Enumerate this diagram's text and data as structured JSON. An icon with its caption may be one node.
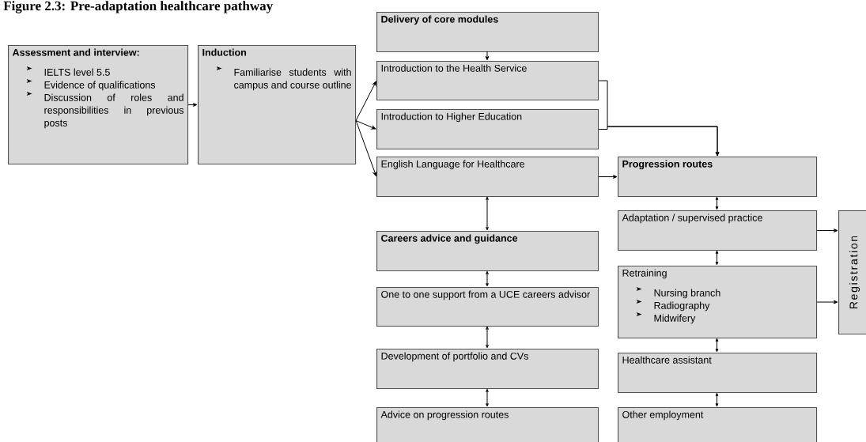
{
  "diagram": {
    "title": "Figure 2.3: Pre-adaptation healthcare pathway",
    "nodes": [
      {
        "text": [
          "Assessment and interview:",
          "IELTS level 5.5",
          "Evidence of qualifications",
          "Discussion of roles and responsibilities in previous posts"
        ]
      },
      {
        "text": [
          "Induction",
          "Familiarise students with campus and course outline"
        ]
      },
      {
        "text": [
          "Delivery of core modules"
        ]
      },
      {
        "text": [
          "Introduction to the Health Service"
        ]
      },
      {
        "text": [
          "Introduction to Higher Education"
        ]
      },
      {
        "text": [
          "English Language for Healthcare"
        ]
      },
      {
        "text": [
          "Careers advice and guidance"
        ]
      },
      {
        "text": [
          "One to one support from a UCE careers advisor"
        ]
      },
      {
        "text": [
          "Development of portfolio and CVs"
        ]
      },
      {
        "text": [
          "Advice on progression routes"
        ]
      },
      {
        "text": [
          "Progression routes"
        ]
      },
      {
        "text": [
          "Adaptation / supervised practice"
        ]
      },
      {
        "text": [
          "Retraining",
          "Nursing branch",
          "Radiography",
          "Midwifery"
        ]
      },
      {
        "text": [
          "Healthcare assistant"
        ]
      },
      {
        "text": [
          "Other employment"
        ]
      },
      {
        "text": [
          "Registration"
        ]
      }
    ],
    "edges": [
      {
        "from": 0,
        "to": 1,
        "arrow": "to"
      },
      {
        "from": 1,
        "to": 3,
        "arrow": "to"
      },
      {
        "from": 1,
        "to": 4,
        "arrow": "to"
      },
      {
        "from": 1,
        "to": 5,
        "arrow": "to"
      },
      {
        "from": 2,
        "to": 3,
        "arrow": "to"
      },
      {
        "from": 3,
        "to": 10,
        "arrow": "to"
      },
      {
        "from": 4,
        "to": 10,
        "arrow": "to"
      },
      {
        "from": 5,
        "to": 10,
        "arrow": "to"
      },
      {
        "from": 5,
        "to": 6,
        "arrow": "both"
      },
      {
        "from": 6,
        "to": 7,
        "arrow": "both"
      },
      {
        "from": 7,
        "to": 8,
        "arrow": "both"
      },
      {
        "from": 8,
        "to": 9,
        "arrow": "both"
      },
      {
        "from": 10,
        "to": 11,
        "arrow": "both"
      },
      {
        "from": 11,
        "to": 12,
        "arrow": "both"
      },
      {
        "from": 12,
        "to": 13,
        "arrow": "both"
      },
      {
        "from": 13,
        "to": 14,
        "arrow": "both"
      },
      {
        "from": 11,
        "to": 15,
        "arrow": "to"
      },
      {
        "from": 12,
        "to": 15,
        "arrow": "to"
      }
    ]
  }
}
